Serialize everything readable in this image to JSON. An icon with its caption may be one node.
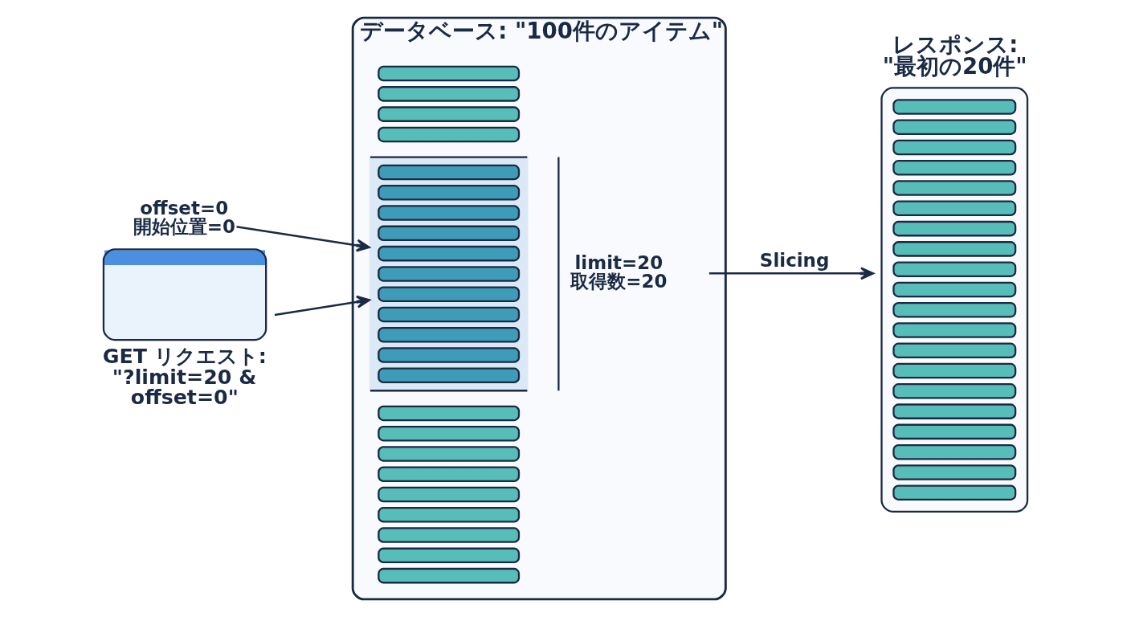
{
  "diagram": {
    "nodes": [
      {
        "text": [
          "offset=0",
          "開始位置=0"
        ]
      },
      {
        "text": [
          "GET リクエスト: \"?limit=20 & offset=0\""
        ]
      },
      {
        "text": [
          "データベース: \"100件のアイテム\""
        ]
      },
      {
        "text": [],
        "shape": "box",
        "in": 2,
        "beside": [
          "limit=20",
          "取得数=20"
        ]
      },
      {
        "text": [
          "レスポンス: \"最初の20件\""
        ]
      }
    ],
    "edges": [
      {
        "from": 0,
        "to": 3,
        "arrow": "to"
      },
      {
        "from": 1,
        "to": 3,
        "arrow": "to"
      },
      {
        "from": 3,
        "to": 4,
        "arrow": "to",
        "label": "Slicing"
      }
    ]
  }
}
